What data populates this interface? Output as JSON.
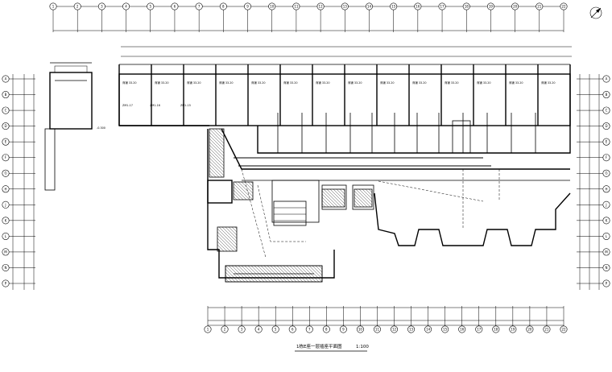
{
  "drawing": {
    "title": "1栋E座一层插座平面图",
    "scale": "1:100"
  },
  "axes": {
    "top": [
      "1",
      "2",
      "3",
      "4",
      "5",
      "6",
      "7",
      "8",
      "9",
      "10",
      "11",
      "12",
      "13",
      "14",
      "15",
      "16",
      "17",
      "18",
      "19",
      "20",
      "21",
      "22"
    ],
    "bottom": [
      "1",
      "2",
      "3",
      "4",
      "5",
      "6",
      "7",
      "8",
      "9",
      "10",
      "11",
      "12",
      "13",
      "14",
      "15",
      "16",
      "17",
      "18",
      "19",
      "20",
      "21",
      "22"
    ],
    "left": [
      "A",
      "B",
      "C",
      "D",
      "E",
      "F",
      "G",
      "H",
      "J",
      "K",
      "L",
      "M",
      "N",
      "P"
    ],
    "right": [
      "A",
      "B",
      "C",
      "D",
      "E",
      "F",
      "G",
      "H",
      "J",
      "K",
      "L",
      "M",
      "N",
      "P"
    ]
  },
  "rooms": [
    {
      "label": "商铺 33.20"
    },
    {
      "label": "商铺 33.20"
    },
    {
      "label": "商铺 33.20"
    },
    {
      "label": "商铺 33.20"
    },
    {
      "label": "商铺 33.20"
    },
    {
      "label": "商铺 33.20"
    },
    {
      "label": "商铺 33.20"
    },
    {
      "label": "商铺 33.20"
    },
    {
      "label": "商铺 33.20"
    },
    {
      "label": "商铺 33.20"
    },
    {
      "label": "商铺 33.20"
    },
    {
      "label": "商铺 33.20"
    },
    {
      "label": "商铺 33.20"
    },
    {
      "label": "商铺 33.20"
    }
  ],
  "panels": [
    "ZM1-17",
    "ZM1-16",
    "ZM1-15"
  ],
  "notes": {
    "elevation": "-0.300",
    "north": "N"
  },
  "colors": {
    "line": "#000000",
    "background": "#ffffff"
  }
}
